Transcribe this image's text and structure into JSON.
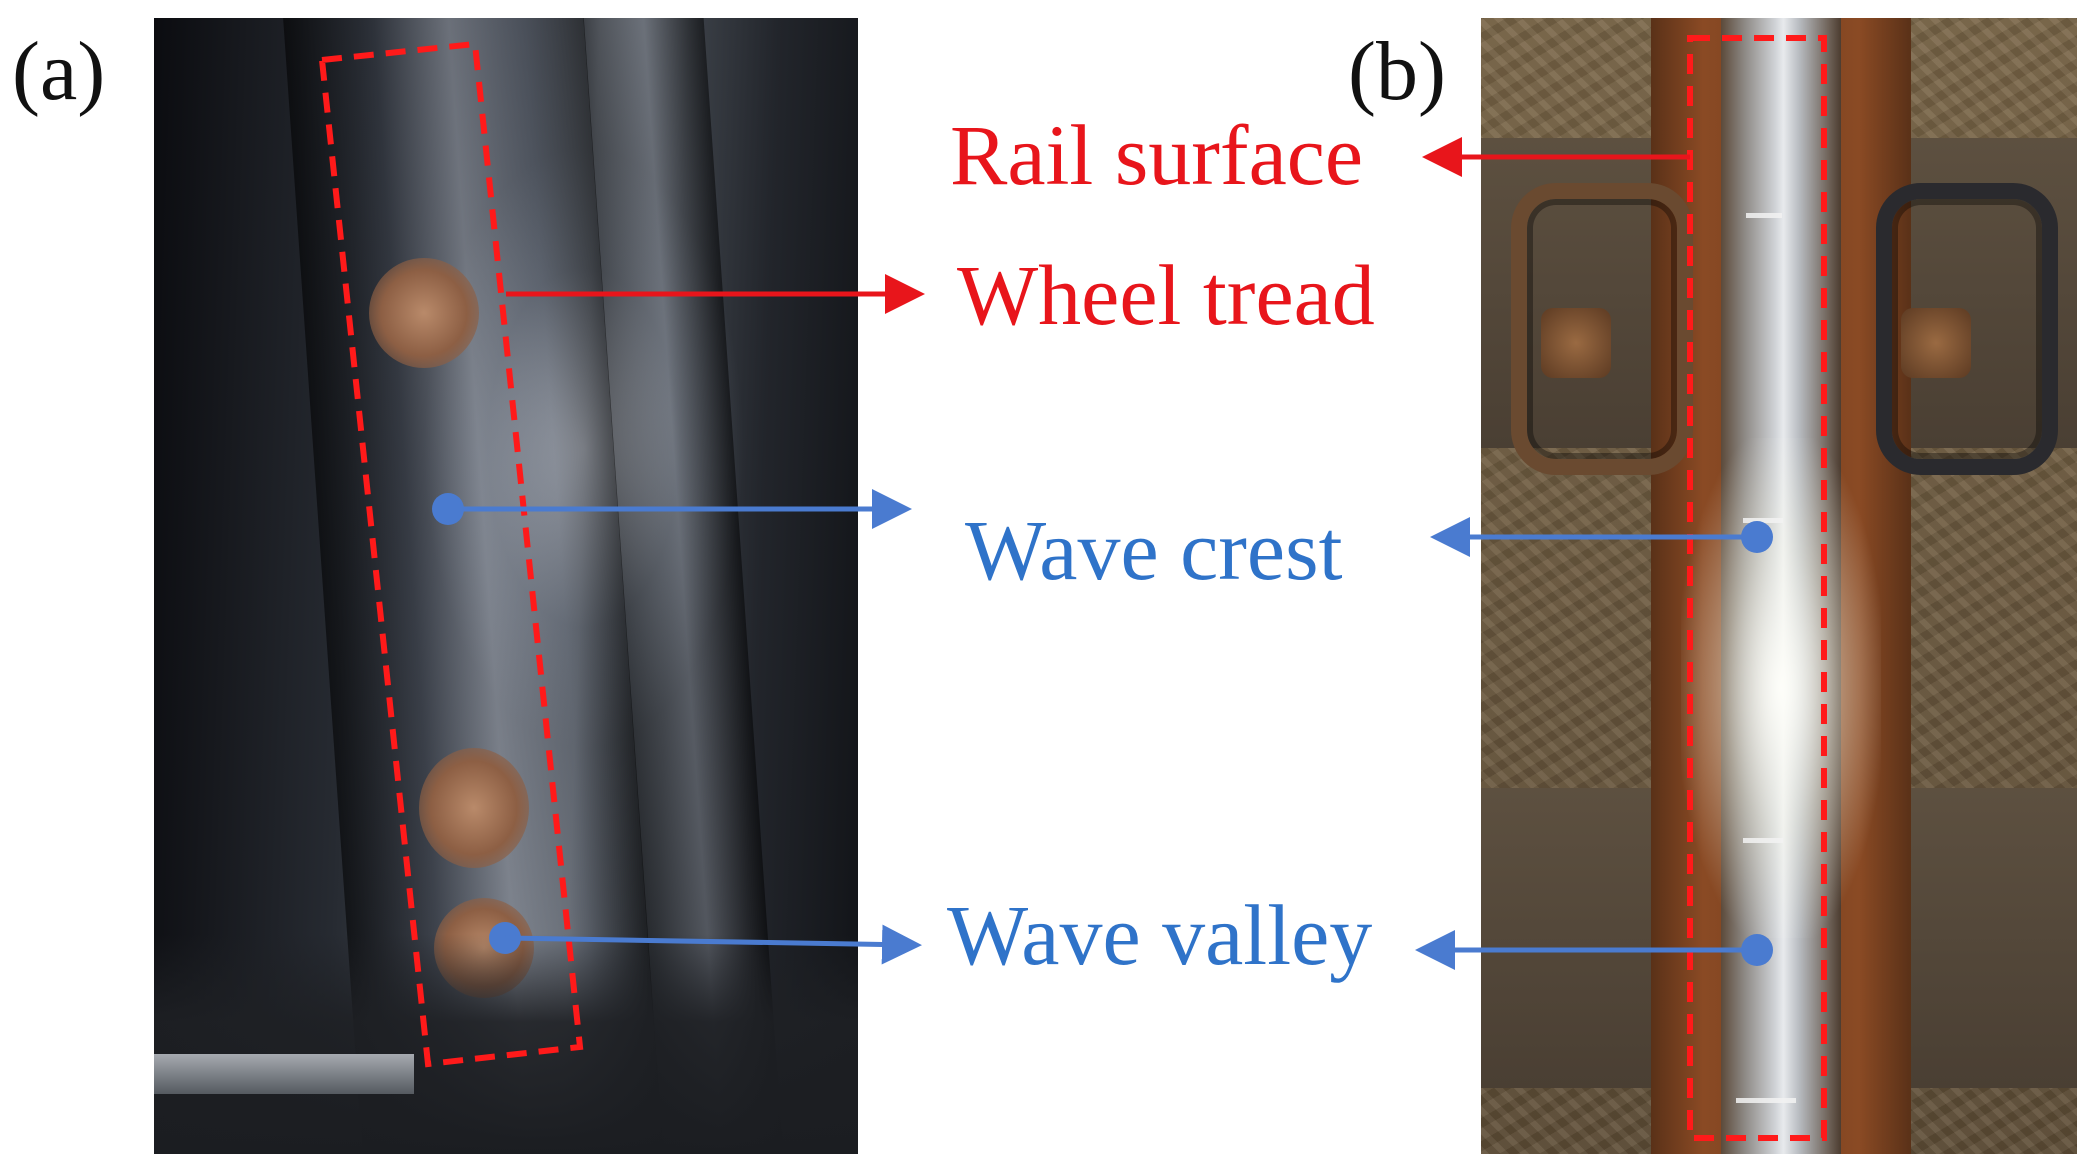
{
  "panels": {
    "a": {
      "label": "(a)"
    },
    "b": {
      "label": "(b)"
    }
  },
  "annotations": {
    "rail_surface": "Rail surface",
    "wheel_tread": "Wheel tread",
    "wave_crest": "Wave crest",
    "wave_valley": "Wave valley"
  },
  "colors": {
    "highlight_box": "#ff1a1a",
    "red_annotation": "#e8151b",
    "blue_annotation": "#2f73c9",
    "blue_pointer": "#4a7bd0"
  }
}
